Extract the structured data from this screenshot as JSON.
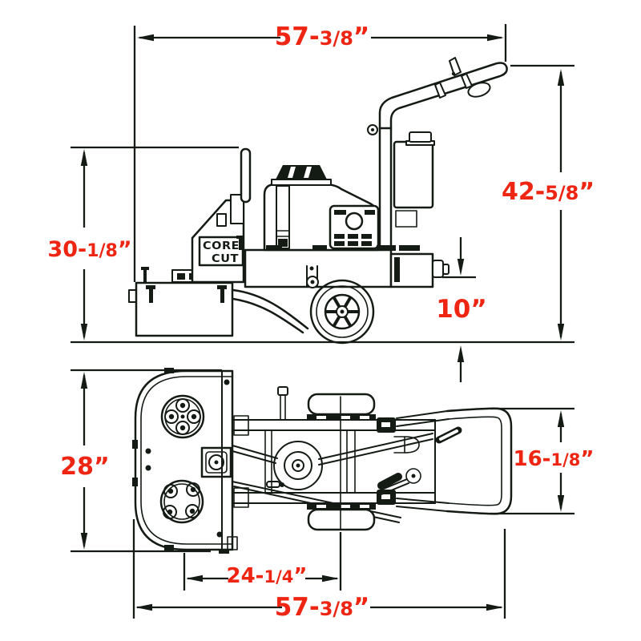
{
  "colors": {
    "ink": "#141a14",
    "dimension_red": "#ee2512",
    "background": "#ffffff"
  },
  "machine_label": {
    "line1": "CORE",
    "line2": "CUT"
  },
  "dimensions": {
    "overall_length_top": {
      "main": "57-",
      "frac": "3/8",
      "unit": "”"
    },
    "overall_height": {
      "main": "42-",
      "frac": "5/8",
      "unit": "”"
    },
    "body_height": {
      "main": "30-",
      "frac": "1/8",
      "unit": "”"
    },
    "wheel_height": {
      "main": "10",
      "frac": "",
      "unit": "”"
    },
    "deck_width": {
      "main": "28",
      "frac": "",
      "unit": "”"
    },
    "handle_width": {
      "main": "16-",
      "frac": "1/8",
      "unit": "”"
    },
    "cutter_to_axle": {
      "main": "24-",
      "frac": "1/4",
      "unit": "”"
    },
    "overall_length_bottom": {
      "main": "57-",
      "frac": "3/8",
      "unit": "”"
    }
  }
}
